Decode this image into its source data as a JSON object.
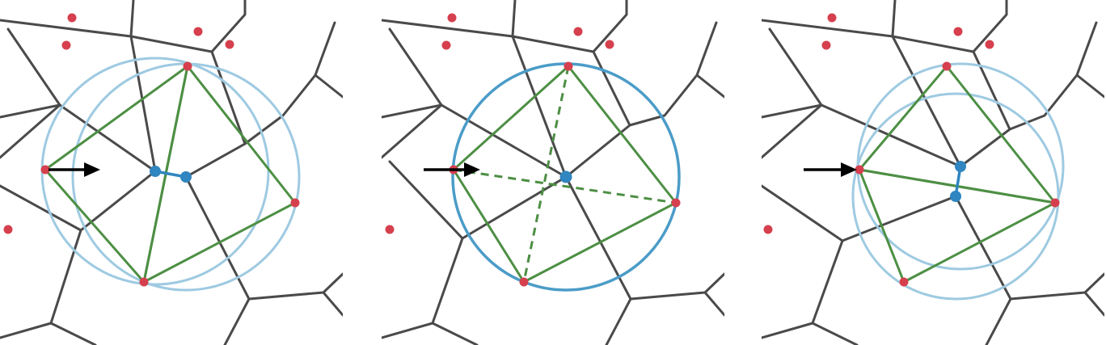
{
  "figure": {
    "panels": [
      {
        "id": "left",
        "state": "before-flip",
        "circumcircles": 2,
        "voronoi_vertices": 2
      },
      {
        "id": "middle",
        "state": "degenerate",
        "circumcircles": 1,
        "voronoi_vertices": 1
      },
      {
        "id": "right",
        "state": "after-flip",
        "circumcircles": 2,
        "voronoi_vertices": 2
      }
    ],
    "colors": {
      "voronoi_edges": "#4a4a4a",
      "sites": "#d6404e",
      "delaunay_edges": "#4d8f44",
      "circumcircle_light": "#9ecae1",
      "circumcircle_dark": "#4b9cc8",
      "voronoi_vertices": "#2f86c0",
      "arrow": "#000000",
      "background": "#ffffff"
    },
    "icons": [
      "right-arrow-icon"
    ]
  }
}
